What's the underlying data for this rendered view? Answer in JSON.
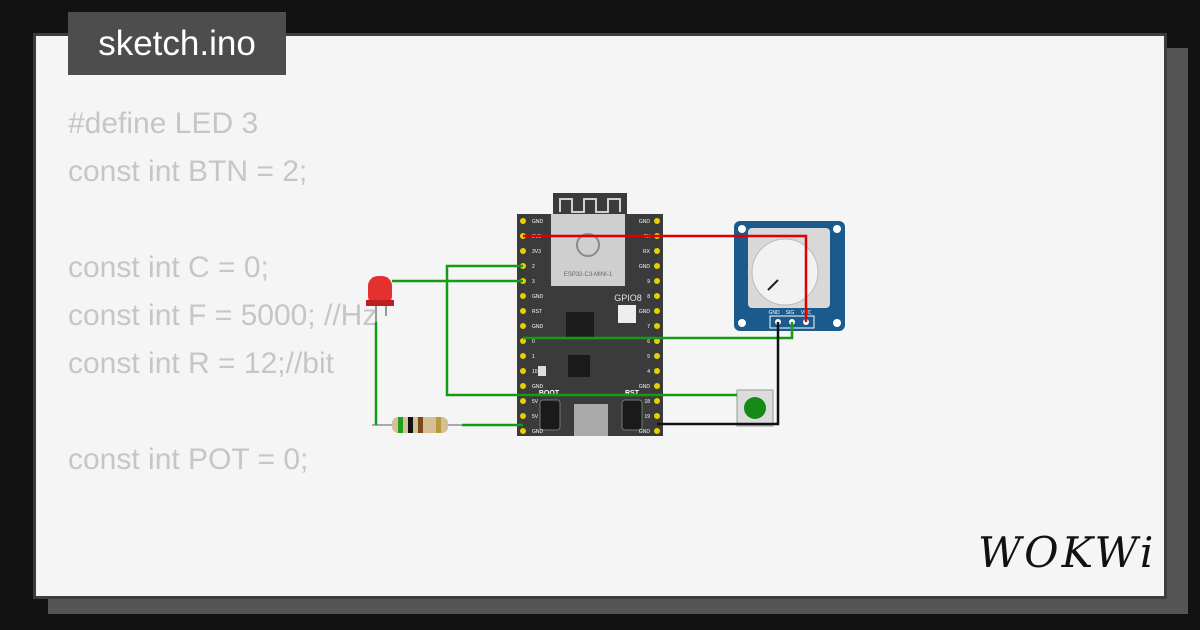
{
  "tab": {
    "label": "sketch.ino"
  },
  "code_lines": [
    "#define LED 3",
    "const int BTN = 2;",
    "",
    "const int C = 0;",
    "const int F = 5000; //Hz",
    "const int R = 12;//bit",
    "",
    "const int POT = 0;"
  ],
  "board": {
    "chip_label": "ESP32-C3-MINI-1",
    "gpio_label": "GPIO8",
    "boot_label": "BOOT",
    "rst_label": "RST",
    "left_pins": [
      "GND",
      "3V3",
      "3V3",
      "2",
      "3",
      "GND",
      "RST",
      "GND",
      "0",
      "1",
      "10",
      "GND",
      "5V",
      "5V",
      "GND"
    ],
    "right_pins": [
      "GND",
      "TX",
      "RX",
      "GND",
      "9",
      "8",
      "GND",
      "7",
      "6",
      "5",
      "4",
      "GND",
      "18",
      "19",
      "GND"
    ]
  },
  "pot": {
    "pins": [
      "GND",
      "SIG",
      "VCC"
    ]
  },
  "logo": {
    "text": "WOKWi"
  },
  "colors": {
    "background": "#121212",
    "card": "#f5f5f5",
    "tab": "#4d4d4d",
    "code_text": "#c6c6c6",
    "board": "#3b3b3b",
    "pot_module": "#1a5a8c",
    "wire_red": "#e00000",
    "wire_green": "#139b13",
    "wire_black": "#111111",
    "pin_yellow": "#e8d000"
  }
}
